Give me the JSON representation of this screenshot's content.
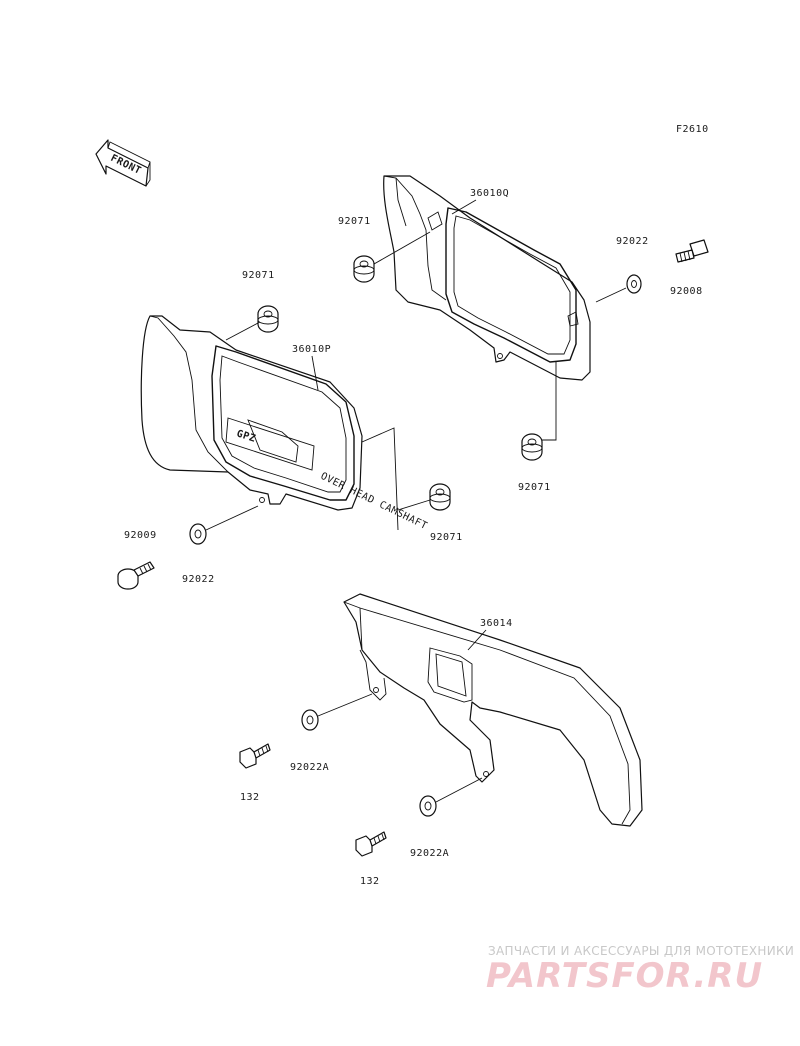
{
  "figure_code": "F2610",
  "front_label": "FRONT",
  "decal_text": "OVER HEAD CAMSHAFT",
  "parts": {
    "p36010Q": "36010Q",
    "p36010P": "36010P",
    "p36014": "36014",
    "grommet_a": "92071",
    "grommet_b": "92071",
    "grommet_c": "92071",
    "grommet_d": "92071",
    "washer_a": "92022",
    "washer_b": "92022",
    "washer_c": "92022A",
    "washer_d": "92022A",
    "screw_a": "92008",
    "screw_b": "92009",
    "bolt_a": "132",
    "bolt_b": "132"
  },
  "watermark": {
    "tagline": "ЗАПЧАСТИ И АКСЕССУАРЫ ДЛЯ МОТОТЕХНИКИ",
    "logo": "PARTSFOR.RU"
  }
}
